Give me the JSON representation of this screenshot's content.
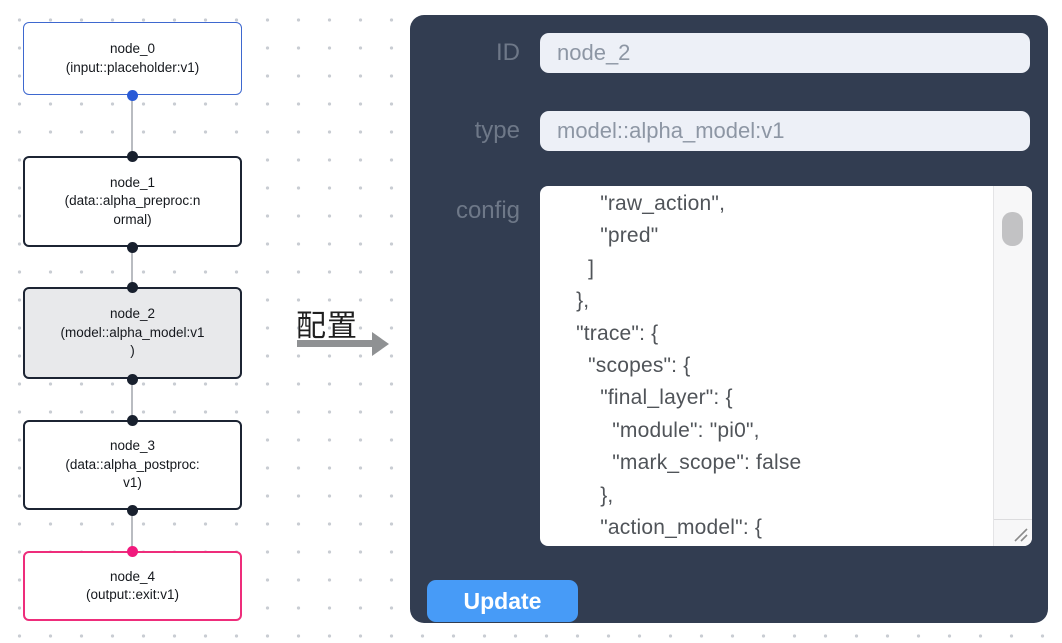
{
  "flow": {
    "nodes": [
      {
        "title": "node_0",
        "subtitle": "(input::placeholder:v1)"
      },
      {
        "title": "node_1",
        "subtitle": "(data::alpha_preproc:n\normal)"
      },
      {
        "title": "node_2",
        "subtitle": "(model::alpha_model:v1\n)",
        "selected": true
      },
      {
        "title": "node_3",
        "subtitle": "(data::alpha_postproc:\nv1)"
      },
      {
        "title": "node_4",
        "subtitle": "(output::exit:v1)"
      }
    ],
    "arrow_label": "配置"
  },
  "panel": {
    "id_label": "ID",
    "id_value": "node_2",
    "type_label": "type",
    "type_value": "model::alpha_model:v1",
    "config_label": "config",
    "config_value": "      \"raw_action\",\n      \"pred\"\n    ]\n  },\n  \"trace\": {\n    \"scopes\": {\n      \"final_layer\": {\n        \"module\": \"pi0\",\n        \"mark_scope\": false\n      },\n      \"action_model\": {",
    "update_label": "Update"
  },
  "colors": {
    "panel_bg": "#323d51",
    "input_bg": "#edf0f7",
    "input_text": "#8d96a4",
    "field_label_text": "#6e7888",
    "button_bg": "#479bf7",
    "button_text": "#ffffff",
    "node_default_border": "#1c2433",
    "node_input_border": "#3e68cf",
    "node_output_border": "#ee2d7b",
    "selected_node_bg": "#e8e9eb",
    "port_blue": "#2a5bd7",
    "port_dark": "#18202e",
    "port_pink": "#f1197d",
    "connector_line": "#b9bcc1",
    "arrow_gray": "#8f9193"
  }
}
